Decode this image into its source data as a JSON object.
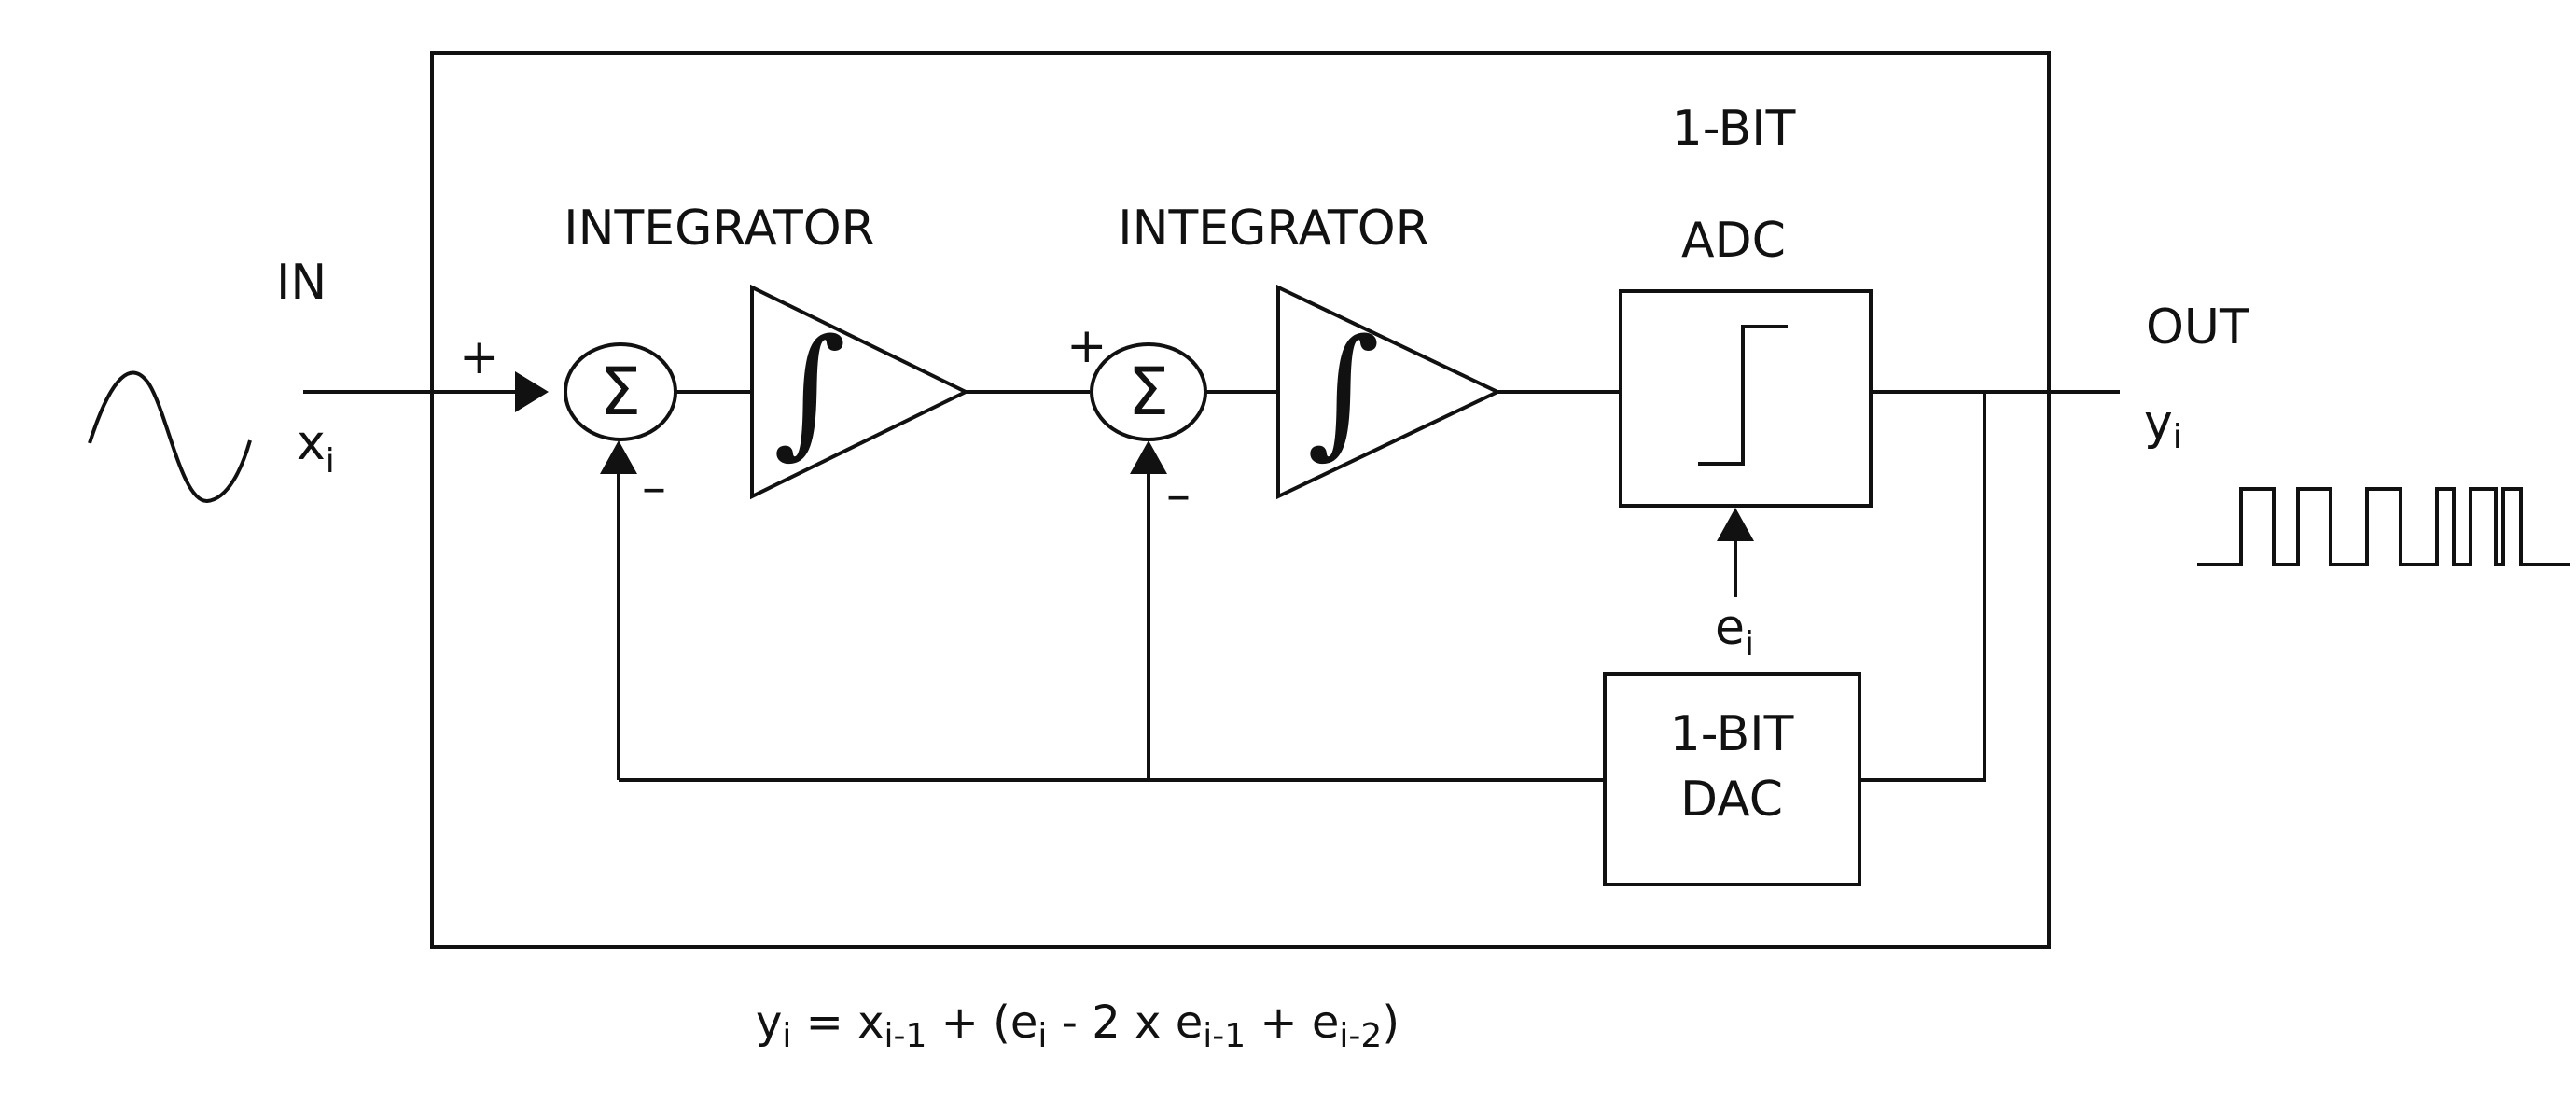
{
  "diagram": {
    "input_label": "IN",
    "input_var": "x",
    "input_var_sub": "i",
    "output_label": "OUT",
    "output_var": "y",
    "output_var_sub": "i",
    "integrator1_label": "INTEGRATOR",
    "integrator2_label": "INTEGRATOR",
    "integral_symbol": "∫",
    "sum_symbol": "Σ",
    "plus_sign": "+",
    "minus_sign": "–",
    "adc_label_line1": "1-BIT",
    "adc_label_line2": "ADC",
    "dac_label_line1": "1-BIT",
    "dac_label_line2": "DAC",
    "error_var": "e",
    "error_var_sub": "i"
  },
  "equation": {
    "y": "y",
    "y_sub": "i",
    "eq1": " = x",
    "x_sub": "i-1",
    "eq2": " + (e",
    "e1_sub": "i",
    "eq3": " - 2 x e",
    "e2_sub": "i-1",
    "eq4": " + e",
    "e3_sub": "i-2",
    "eq5": ")"
  },
  "colors": {
    "stroke": "#111111",
    "background": "#ffffff"
  }
}
